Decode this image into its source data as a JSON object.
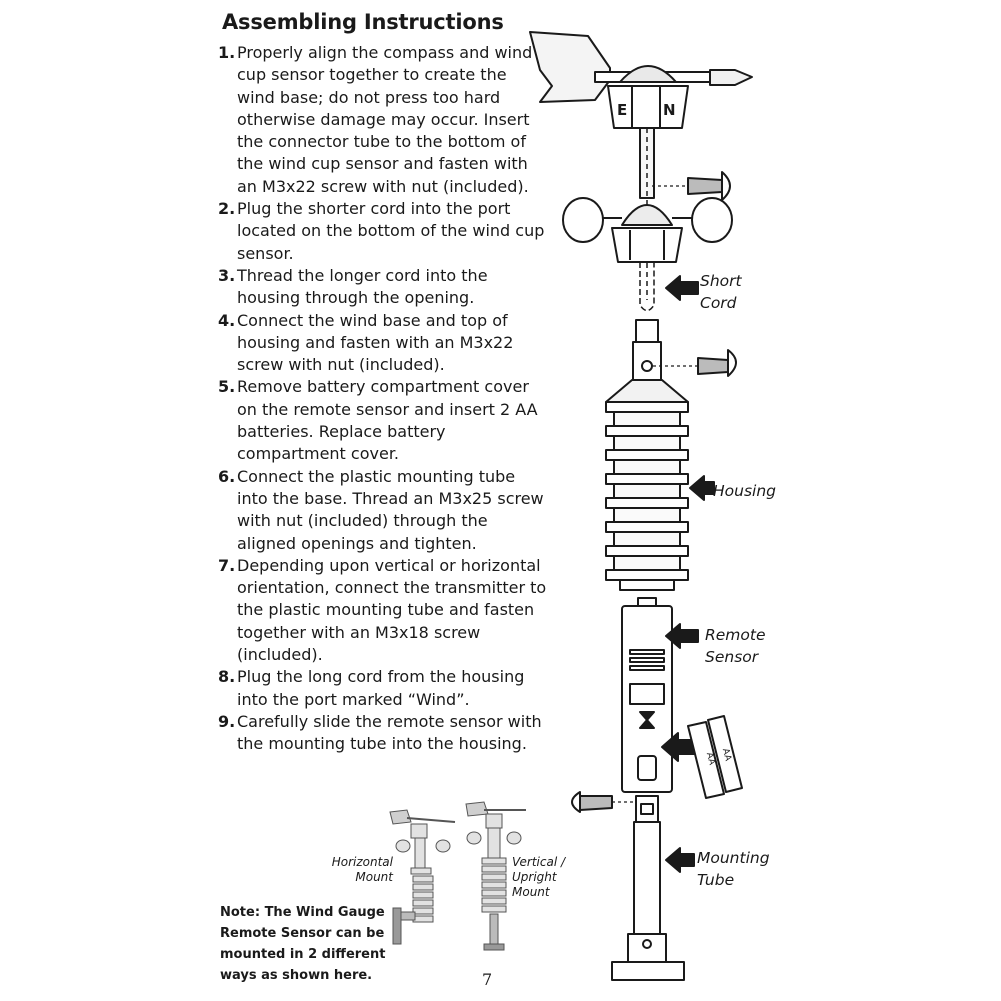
{
  "title": "Assembling Instructions",
  "steps": [
    {
      "num": "1.",
      "text": "Properly align the compass and wind cup sensor together to create the wind base; do not press too hard otherwise damage may occur. Insert the connector tube to the bottom of the wind cup sensor and fasten with an M3x22 screw with nut (included)."
    },
    {
      "num": "2.",
      "text": "Plug the shorter cord into the port located on the bottom of the wind cup sensor."
    },
    {
      "num": "3.",
      "text": "Thread the longer cord into the housing through the opening."
    },
    {
      "num": "4.",
      "text": "Connect the wind base and top of housing and fasten with an M3x22 screw with nut (included)."
    },
    {
      "num": "5.",
      "text": "Remove battery compartment cover on the remote sensor and insert 2 AA batteries.  Replace battery compartment cover."
    },
    {
      "num": "6.",
      "text": "Connect the plastic mounting tube into the base.  Thread an M3x25 screw with nut (included) through the aligned openings and tighten."
    },
    {
      "num": "7.",
      "text": "Depending upon vertical or horizontal orientation, connect the transmitter to the plastic mounting tube and fasten together with an M3x18 screw (included)."
    },
    {
      "num": "8.",
      "text": "Plug the long cord from the housing into the port marked “Wind”."
    },
    {
      "num": "9.",
      "text": "Carefully slide the remote sensor with the mounting tube into the housing."
    }
  ],
  "note": "Note: The Wind Gauge Remote Sensor can be mounted in 2 different ways as shown here.",
  "page_number": "7",
  "diagram": {
    "compass_letters": [
      "E",
      "N"
    ],
    "battery_text": "AA",
    "labels": {
      "short_cord": [
        "Short",
        "Cord"
      ],
      "housing": "Housing",
      "remote_sensor": [
        "Remote",
        "Sensor"
      ],
      "mounting_tube": [
        "Mounting",
        "Tube"
      ],
      "horizontal_mount": [
        "Horizontal",
        "Mount"
      ],
      "vertical_mount": [
        "Vertical /",
        "Upright",
        "Mount"
      ]
    }
  }
}
